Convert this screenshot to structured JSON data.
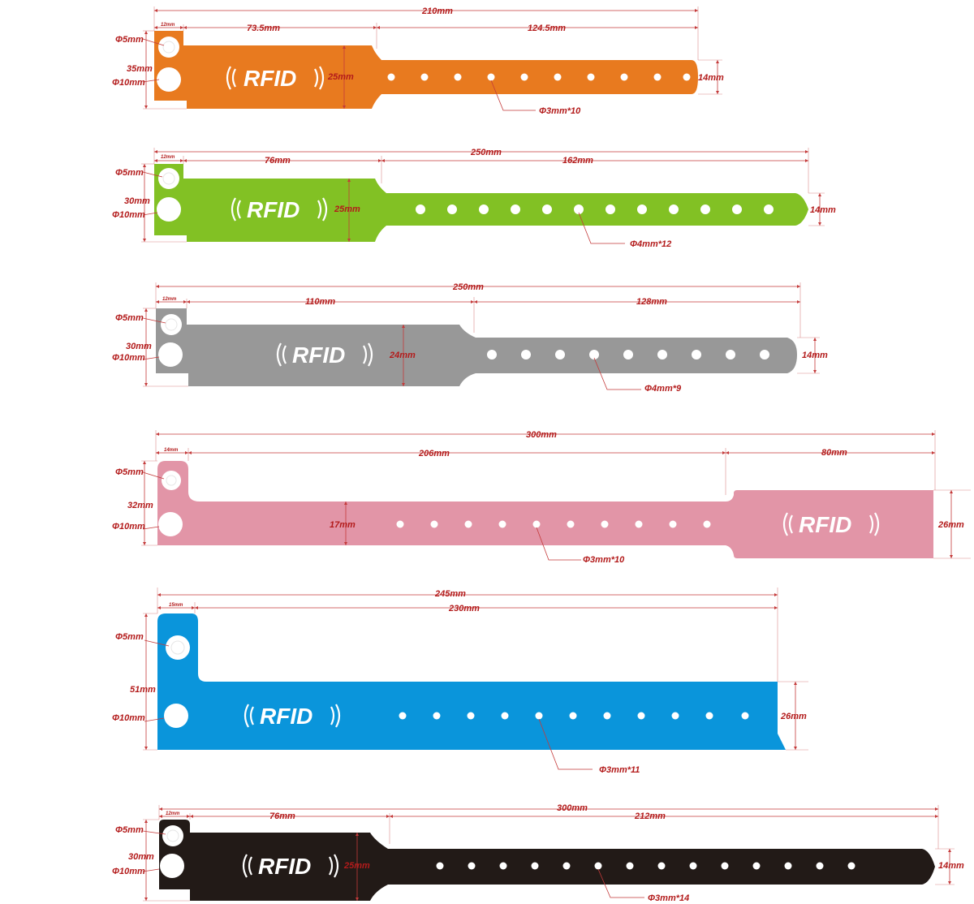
{
  "colors": {
    "dimension": "#b31b1b",
    "background": "#ffffff"
  },
  "bands": [
    {
      "id": "orange",
      "color": "#e87a1f",
      "logo": "RFID",
      "total": "210mm",
      "tab": "12mm",
      "body": "73.5mm",
      "strap": "124.5mm",
      "hole_small": "Φ5mm",
      "hole_large": "Φ10mm",
      "tab_height": "35mm",
      "body_height": "25mm",
      "strap_height": "14mm",
      "holes_note": "Φ3mm*10",
      "holes": 10
    },
    {
      "id": "green",
      "color": "#82c124",
      "logo": "RFID",
      "total": "250mm",
      "tab": "12mm",
      "body": "76mm",
      "strap": "162mm",
      "hole_small": "Φ5mm",
      "hole_large": "Φ10mm",
      "tab_height": "30mm",
      "body_height": "25mm",
      "strap_height": "14mm",
      "holes_note": "Φ4mm*12",
      "holes": 12
    },
    {
      "id": "gray",
      "color": "#989898",
      "logo": "RFID",
      "total": "250mm",
      "tab": "12mm",
      "body": "110mm",
      "strap": "128mm",
      "hole_small": "Φ5mm",
      "hole_large": "Φ10mm",
      "tab_height": "30mm",
      "body_height": "24mm",
      "strap_height": "14mm",
      "holes_note": "Φ4mm*9",
      "holes": 9
    },
    {
      "id": "pink",
      "color": "#e295a7",
      "logo": "RFID",
      "total": "300mm",
      "tab": "14mm",
      "body": "206mm",
      "strap": "80mm",
      "hole_small": "Φ5mm",
      "hole_large": "Φ10mm",
      "tab_height": "32mm",
      "body_height": "17mm",
      "strap_height": "26mm",
      "holes_note": "Φ3mm*10",
      "holes": 10
    },
    {
      "id": "blue",
      "color": "#0a95db",
      "logo": "RFID",
      "total": "245mm",
      "tab": "15mm",
      "body": "230mm",
      "hole_small": "Φ5mm",
      "hole_large": "Φ10mm",
      "tab_height": "51mm",
      "strap_height": "26mm",
      "holes_note": "Φ3mm*11",
      "holes": 11
    },
    {
      "id": "black",
      "color": "#221a17",
      "logo": "RFID",
      "total": "300mm",
      "tab": "12mm",
      "body": "76mm",
      "strap": "212mm",
      "hole_small": "Φ5mm",
      "hole_large": "Φ10mm",
      "tab_height": "30mm",
      "body_height": "25mm",
      "strap_height": "14mm",
      "holes_note": "Φ3mm*14",
      "holes": 14
    }
  ]
}
